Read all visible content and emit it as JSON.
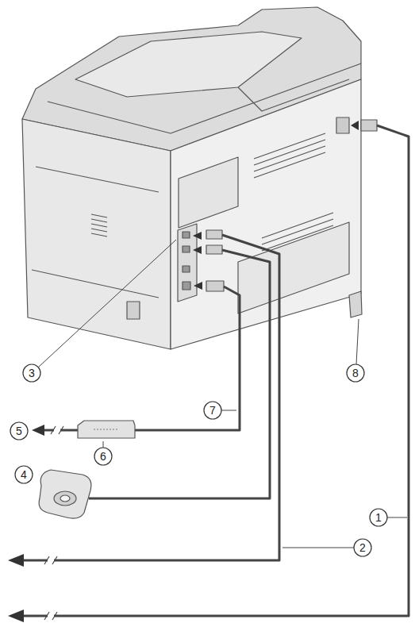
{
  "diagram": {
    "labels": [
      "3",
      "8",
      "7",
      "5",
      "6",
      "4",
      "1",
      "2"
    ]
  }
}
